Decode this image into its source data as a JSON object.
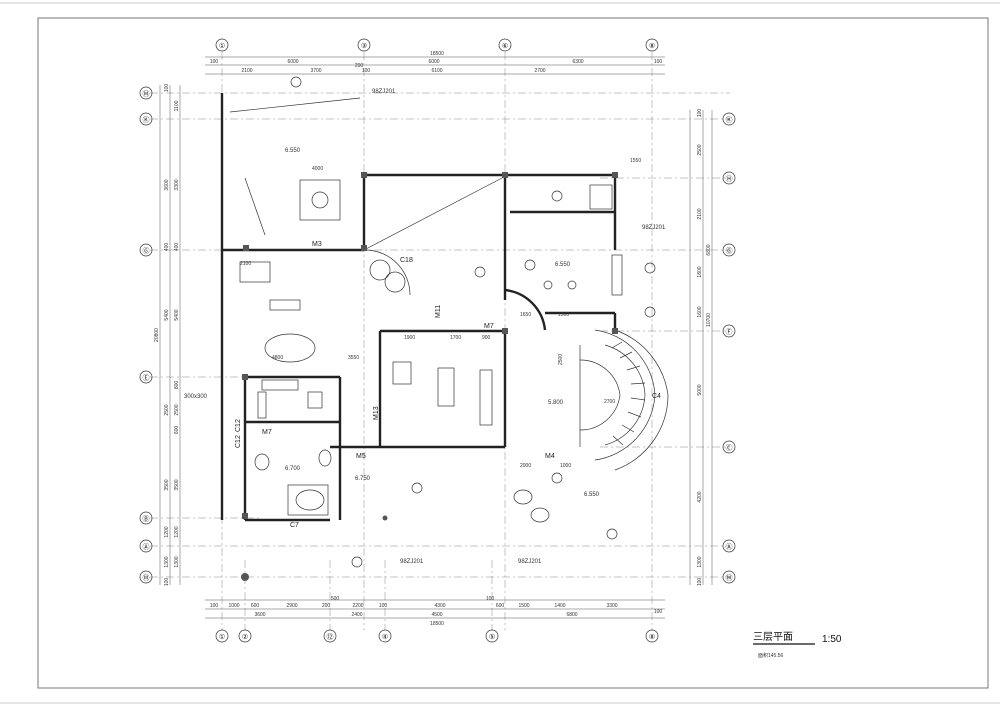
{
  "title": {
    "main": "三层平面",
    "scale": "1:50",
    "sub": "面积145.56"
  },
  "axes": {
    "top": [
      "①",
      "③",
      "⑥",
      "⑧"
    ],
    "bottom": [
      "①",
      "②",
      "⑫",
      "④",
      "⑤",
      "⑧"
    ],
    "left": [
      "Ⓜ",
      "Ⓚ",
      "Ⓖ",
      "Ⓔ",
      "Ⓑ",
      "Ⓐ",
      "Ⓜ"
    ],
    "right": [
      "Ⓚ",
      "Ⓗ",
      "Ⓖ",
      "Ⓕ",
      "Ⓒ",
      "Ⓐ",
      "Ⓜ"
    ]
  },
  "dims": {
    "top_total": "18500",
    "top_row1": [
      "100",
      "6000",
      "6000",
      "6300",
      "100"
    ],
    "top_row2": [
      "2100",
      "3700",
      "200",
      "100",
      "6100",
      "2700"
    ],
    "bottom_total": "18500",
    "bottom_row1": [
      "100",
      "1000",
      "600",
      "2900",
      "200",
      "500",
      "2200",
      "100",
      "4300",
      "100",
      "600",
      "1500",
      "1400",
      "3300",
      "100"
    ],
    "bottom_row2": [
      "3600",
      "2400",
      "4500",
      "6800"
    ],
    "left_total": "20800",
    "left_row1": [
      "100",
      "3600",
      "400",
      "5400",
      "2500",
      "3500",
      "1200",
      "1300",
      "100"
    ],
    "left_row2": [
      "1100",
      "3300",
      "400",
      "5400",
      "800",
      "2500",
      "600",
      "3500",
      "1200",
      "1300"
    ],
    "right_row1": [
      "100",
      "2500",
      "2100",
      "1800",
      "1600",
      "5000",
      "4200",
      "1300",
      "100"
    ],
    "right_row2": [
      "6800",
      "10700"
    ]
  },
  "labels": {
    "door_m3": "M3",
    "door_m7_top": "M7",
    "door_m7_mid": "M7",
    "door_m11": "M11",
    "door_m13": "M13",
    "door_m5": "M5",
    "door_m4": "M4",
    "window_c18": "C18",
    "window_c12": "C12",
    "window_c12b": "C12",
    "window_c7": "C7",
    "window_c4": "C4",
    "elev_1": "6.550",
    "elev_2": "6.550",
    "elev_3": "6.550",
    "elev_4": "6.700",
    "elev_5": "6.750",
    "elev_6": "5.800",
    "tile": "300x300",
    "ref_1": "98ZJ201",
    "ref_2": "98ZJ201",
    "ref_3": "98ZJ201",
    "ref_4": "98ZJ201",
    "dim_1550": "1550",
    "dim_1500": "1500",
    "dim_1650": "1650",
    "dim_2700": "2700",
    "dim_2500": "2500",
    "dim_1900": "1900",
    "dim_1700": "1700",
    "dim_900": "900",
    "dim_4800": "4800",
    "dim_3550": "3550",
    "dim_2100": "2100",
    "dim_2000": "2000",
    "dim_1000": "1000",
    "dim_4000": "4000"
  }
}
